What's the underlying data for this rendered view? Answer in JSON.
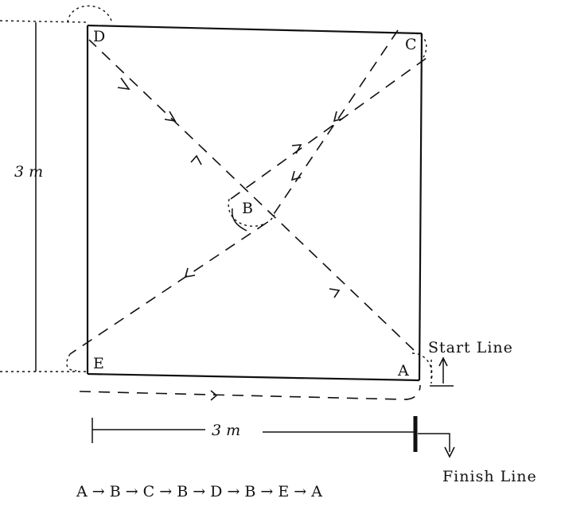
{
  "points": {
    "a": "A",
    "b": "B",
    "c": "C",
    "d": "D",
    "e": "E"
  },
  "dimensions": {
    "height": "3 m",
    "width": "3 m"
  },
  "lines": {
    "start": "Start Line",
    "finish": "Finish Line"
  },
  "sequence": "A → B → C → B → D → B → E → A"
}
